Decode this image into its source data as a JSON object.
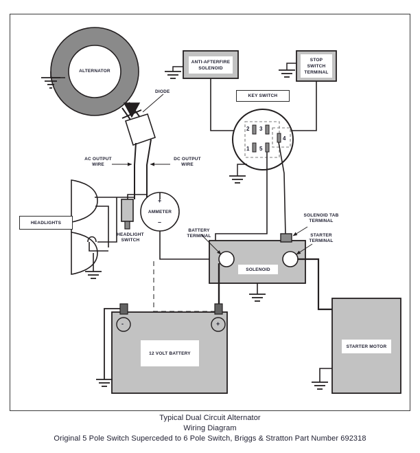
{
  "caption": {
    "line1": "Typical Dual Circuit Alternator",
    "line2": "Wiring Diagram",
    "line3": "Original 5 Pole Switch Superceded to 6 Pole Switch, Briggs & Stratton Part Number 692318"
  },
  "components": {
    "alternator": {
      "label": "ALTERNATOR"
    },
    "diode": {
      "label": "DIODE"
    },
    "ac_output_wire": {
      "label": "AC OUTPUT\nWIRE"
    },
    "dc_output_wire": {
      "label": "DC OUTPUT\nWIRE"
    },
    "anti_afterfire_solenoid": {
      "label": "ANTI-AFTERFIRE\nSOLENOID"
    },
    "stop_switch_terminal": {
      "label": "STOP\nSWITCH\nTERMINAL"
    },
    "key_switch": {
      "label": "KEY SWITCH"
    },
    "headlights": {
      "label": "HEADLIGHTS"
    },
    "headlight_switch": {
      "label": "HEADLIGHT\nSWITCH"
    },
    "ammeter": {
      "label": "AMMETER",
      "plus": "+",
      "minus": "–"
    },
    "solenoid": {
      "label": "SOLENOID"
    },
    "battery_terminal": {
      "label": "BATTERY\nTERMINAL"
    },
    "solenoid_tab_terminal": {
      "label": "SOLENOID TAB\nTERMINAL"
    },
    "starter_terminal": {
      "label": "STARTER\nTERMINAL"
    },
    "battery": {
      "label": "12 VOLT BATTERY",
      "negative": "-",
      "positive": "+"
    },
    "starter_motor": {
      "label": "STARTER MOTOR"
    }
  },
  "key_switch_terminals": {
    "t1": "1",
    "t2": "2",
    "t3": "3",
    "t4": "4",
    "t5": "5"
  },
  "colors": {
    "ring_gray": "#8a8a8a",
    "body_gray": "#c2c2c2",
    "wire_black": "#231f20",
    "frame": "#3a3a3a",
    "text": "#1c1c2e"
  }
}
